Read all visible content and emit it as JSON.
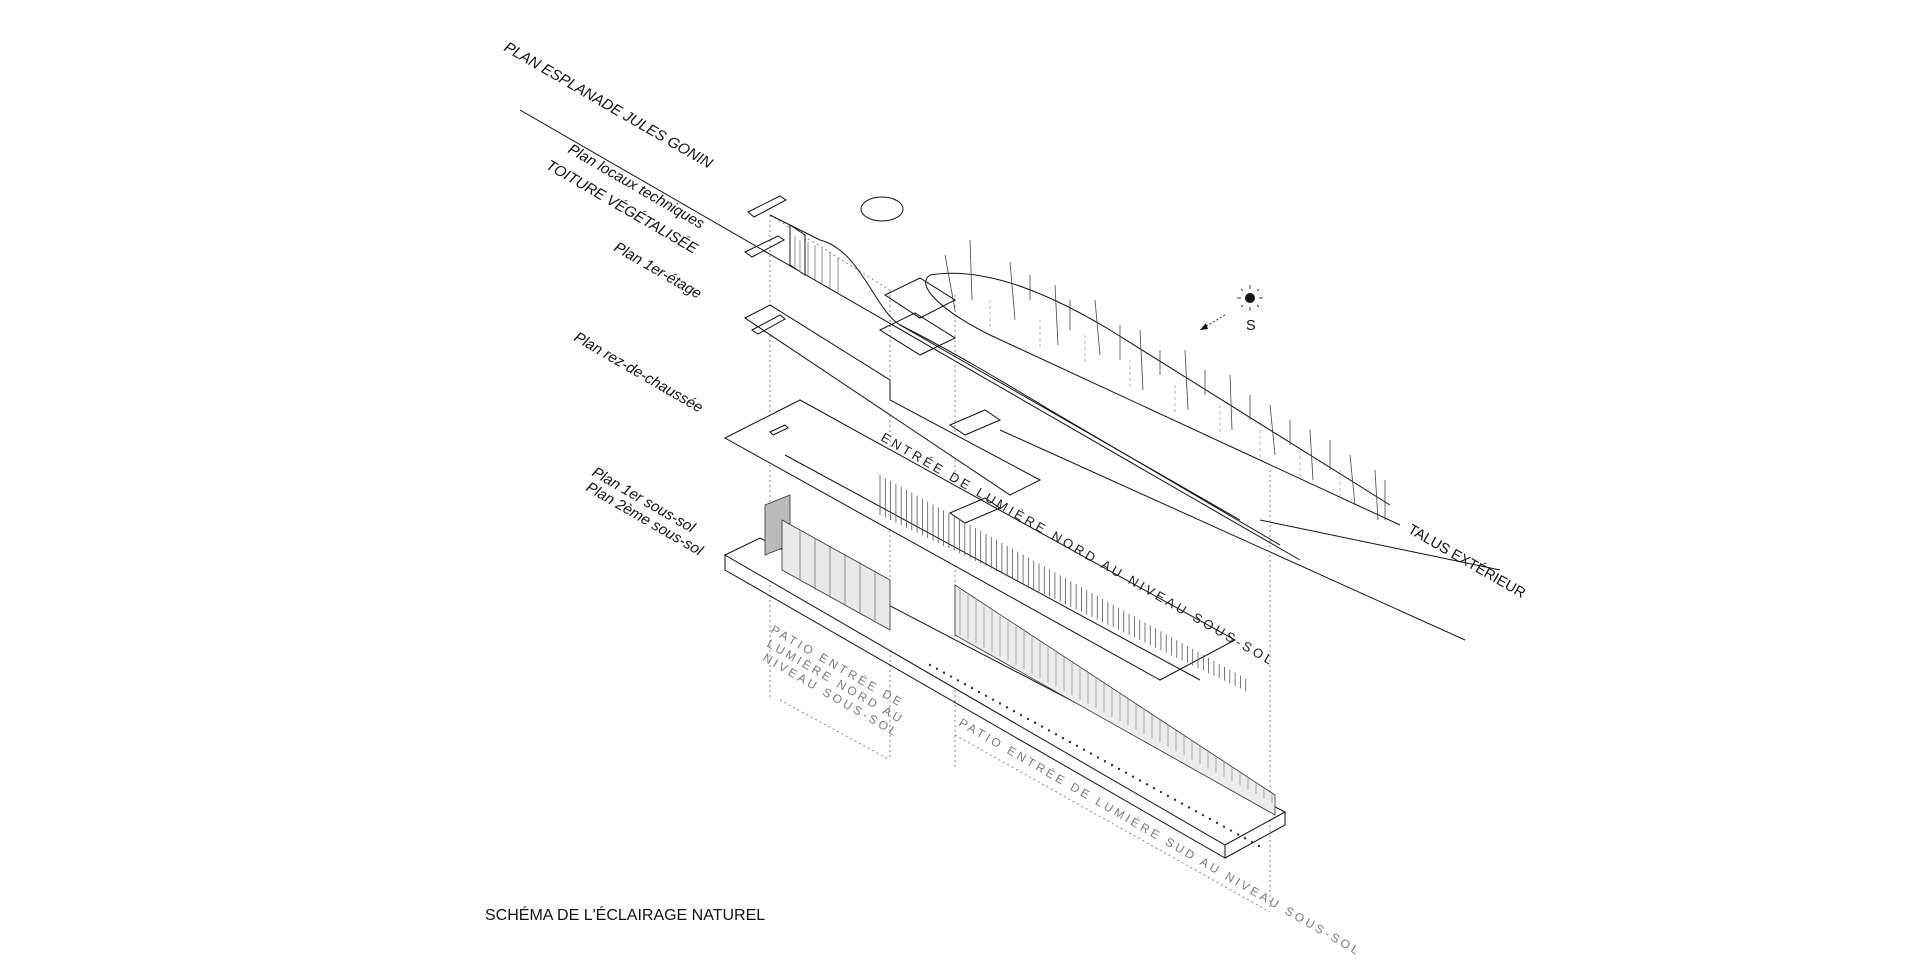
{
  "labels": {
    "plan_esplanade": "PLAN ESPLANADE JULES GONIN",
    "plan_locaux": "Plan locaux techniques",
    "toiture": "TOITURE VÉGÉTALISÉE",
    "plan_1er_etage": "Plan 1er-étage",
    "plan_rdc": "Plan rez-de-chaussée",
    "plan_1er_sous_sol": "Plan 1er sous-sol",
    "plan_2eme_sous_sol": "Plan 2ème sous-sol",
    "talus": "TALUS  EXTÉRIEUR",
    "compass_s": "S",
    "entree_nord": "ENTRÉE DE LUMIÈRE NORD AU NIVEAU SOUS-SOL",
    "patio_nord_1": "PATIO ENTRÉE DE",
    "patio_nord_2": "LUMIÈRE NORD AU",
    "patio_nord_3": "NIVEAU SOUS-SOL",
    "patio_sud": "PATIO ENTRÉE DE LUMIÈRE SUD AU NIVEAU SOUS-SOL"
  },
  "caption": "SCHÉMA DE L'ÉCLAIRAGE NATUREL",
  "colors": {
    "ink": "#111111",
    "hatch": "#555555",
    "ghost": "#8a8a8a"
  }
}
